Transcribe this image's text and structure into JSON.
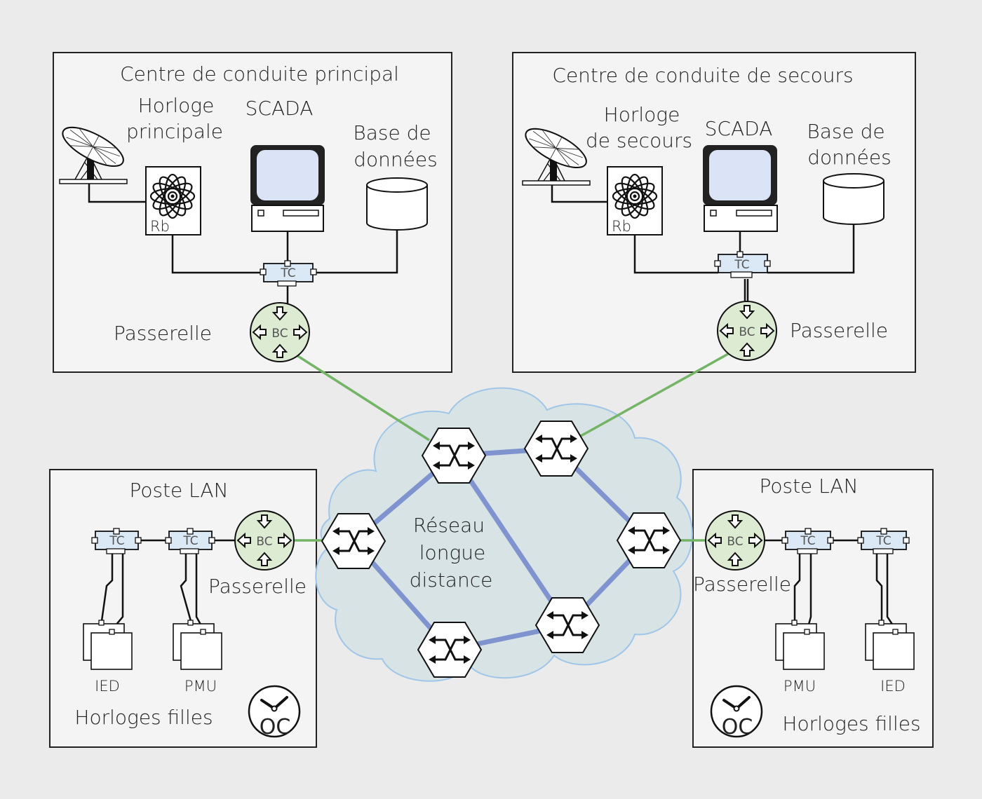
{
  "colors": {
    "background": "#ebebeb",
    "panel_fill": "#f4f4f4",
    "cloud_fill": "#d8e3e6",
    "cloud_stroke": "#9fc6e8",
    "wan_link": "#7f93cf",
    "gateway_link": "#74b466",
    "tc_fill": "#dbe8f6",
    "bc_fill": "#ddebd3",
    "monitor_screen": "#dbe3f6"
  },
  "main_center": {
    "title": "Centre de conduite principal",
    "clock_label_1": "Horloge",
    "clock_label_2": "principale",
    "rb_label": "Rb",
    "scada_label": "SCADA",
    "db_label_1": "Base de",
    "db_label_2": "données",
    "tc_label": "TC",
    "bc_label": "BC",
    "gateway_label": "Passerelle"
  },
  "backup_center": {
    "title": "Centre de conduite de secours",
    "clock_label_1": "Horloge",
    "clock_label_2": "de secours",
    "rb_label": "Rb",
    "scada_label": "SCADA",
    "db_label_1": "Base de",
    "db_label_2": "données",
    "tc_label": "TC",
    "bc_label": "BC",
    "gateway_label": "Passerelle"
  },
  "network": {
    "label_1": "Réseau",
    "label_2": "longue",
    "label_3": "distance",
    "switch_icon": "crossed-arrows-switch-icon"
  },
  "left_substation": {
    "title": "Poste LAN",
    "tc_label": "TC",
    "bc_label": "BC",
    "gateway_label": "Passerelle",
    "device_1": "IED",
    "device_2": "PMU",
    "slave_clocks_label": "Horloges filles",
    "oc_label": "OC"
  },
  "right_substation": {
    "title": "Poste LAN",
    "tc_label": "TC",
    "bc_label": "BC",
    "gateway_label": "Passerelle",
    "device_1": "PMU",
    "device_2": "IED",
    "slave_clocks_label": "Horloges filles",
    "oc_label": "OC"
  }
}
